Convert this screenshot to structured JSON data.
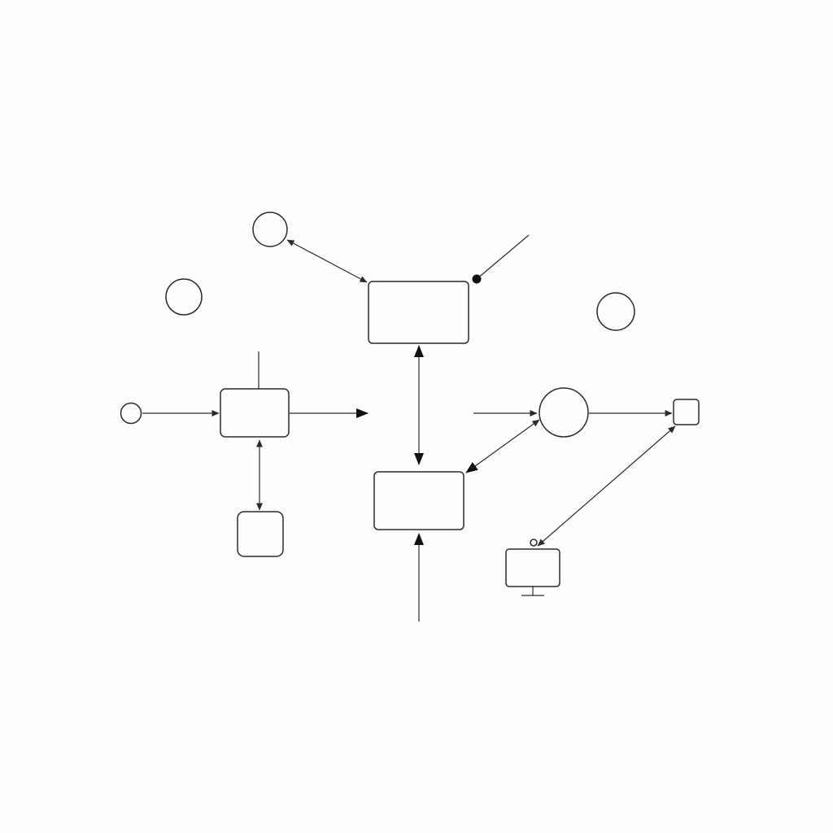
{
  "diagram": {
    "type": "node-link diagram",
    "label_text": "none",
    "colors": {
      "background": "#fdfdfd",
      "stroke": "#2b2b2b",
      "dot": "#111111"
    },
    "nodes": [
      {
        "id": "circle-top-left",
        "shape": "circle"
      },
      {
        "id": "circle-far-left",
        "shape": "circle"
      },
      {
        "id": "circle-right",
        "shape": "circle"
      },
      {
        "id": "circle-small-left",
        "shape": "circle"
      },
      {
        "id": "circle-center-right",
        "shape": "circle"
      },
      {
        "id": "box-top-center",
        "shape": "rounded-rectangle"
      },
      {
        "id": "box-left",
        "shape": "rounded-rectangle"
      },
      {
        "id": "box-bottom-center",
        "shape": "rounded-rectangle"
      },
      {
        "id": "square-bottom-left",
        "shape": "rounded-square"
      },
      {
        "id": "square-right",
        "shape": "rounded-square"
      },
      {
        "id": "monitor",
        "shape": "monitor"
      }
    ],
    "edges": [
      {
        "from": "circle-top-left",
        "to": "box-top-center",
        "direction": "both"
      },
      {
        "from": "line-top-right",
        "to": "box-top-center",
        "direction": "dot-end"
      },
      {
        "from": "box-top-center",
        "to": "box-bottom-center",
        "direction": "both"
      },
      {
        "from": "circle-small-left",
        "to": "box-left",
        "direction": "forward"
      },
      {
        "from": "box-left",
        "to": "open-end-center",
        "direction": "forward"
      },
      {
        "from": "line-top-left-vertical",
        "to": "box-left",
        "direction": "none"
      },
      {
        "from": "box-left",
        "to": "square-bottom-left",
        "direction": "both"
      },
      {
        "from": "line-center-right",
        "to": "circle-center-right",
        "direction": "forward"
      },
      {
        "from": "circle-center-right",
        "to": "box-bottom-center",
        "direction": "both"
      },
      {
        "from": "circle-center-right",
        "to": "square-right",
        "direction": "forward"
      },
      {
        "from": "square-right",
        "to": "monitor",
        "direction": "both"
      },
      {
        "from": "line-bottom-center",
        "to": "box-bottom-center",
        "direction": "forward"
      }
    ]
  }
}
